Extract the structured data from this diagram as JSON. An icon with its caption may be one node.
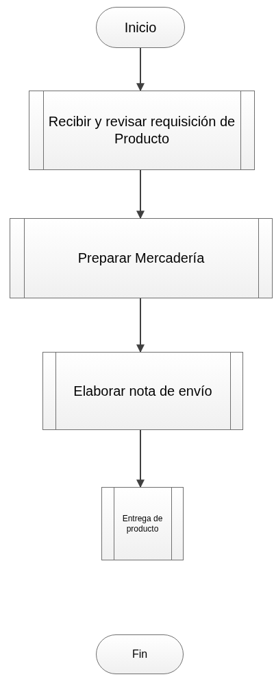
{
  "diagram": {
    "nodes": [
      {
        "text": [
          "Inicio"
        ]
      },
      {
        "text": [
          "Recibir y revisar requisición de Producto"
        ]
      },
      {
        "text": [
          "Preparar Mercadería"
        ]
      },
      {
        "text": [
          "Elaborar nota de envío"
        ]
      },
      {
        "text": [
          "Entrega de producto"
        ]
      },
      {
        "text": [
          "Fin"
        ]
      }
    ],
    "edges": [
      {
        "from": 0,
        "to": 1,
        "arrow": "to"
      },
      {
        "from": 1,
        "to": 2,
        "arrow": "to"
      },
      {
        "from": 2,
        "to": 3,
        "arrow": "to"
      },
      {
        "from": 3,
        "to": 4,
        "arrow": "to"
      }
    ]
  }
}
